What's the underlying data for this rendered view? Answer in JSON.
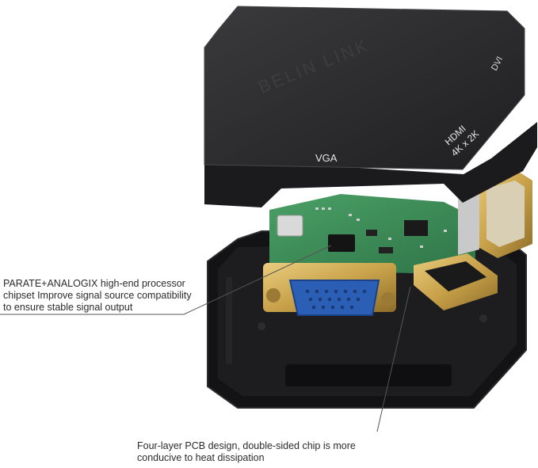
{
  "product": {
    "brand_label": "BELIN LINK",
    "port_labels": {
      "vga": "VGA",
      "dvi": "DVI",
      "hdmi": "HDMI",
      "hdmi_resolution": "4K x 2K"
    }
  },
  "callouts": [
    {
      "lines": [
        "PARATE+ANALOGIX high-end processor",
        "chipset Improve signal source compatibility",
        "to ensure stable signal output"
      ]
    },
    {
      "lines": [
        "Four-layer PCB design, double-sided chip is more",
        "conducive to heat dissipation"
      ]
    }
  ],
  "colors": {
    "background": "#ffffff",
    "lid": "#2a2a2c",
    "lid_edge": "#1b1b1d",
    "base": "#161618",
    "pcb": "#3c8a55",
    "connector_blue": "#2a5fb5",
    "gold": "#c9a24a",
    "leader_line": "#555555"
  }
}
